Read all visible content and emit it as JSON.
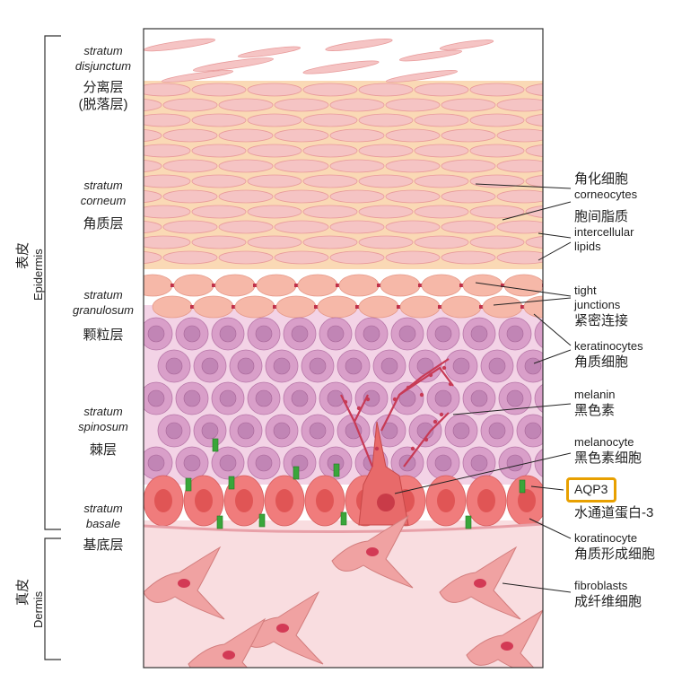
{
  "regions": {
    "epidermis": {
      "zh": "表皮",
      "en": "Epidermis"
    },
    "dermis": {
      "zh": "真皮",
      "en": "Dermis"
    }
  },
  "layers": [
    {
      "en_line1": "stratum",
      "en_line2": "disjunctum",
      "zh_line1": "分离层",
      "zh_line2": "(脱落层)"
    },
    {
      "en_line1": "stratum",
      "en_line2": "corneum",
      "zh_line1": "角质层",
      "zh_line2": ""
    },
    {
      "en_line1": "stratum",
      "en_line2": "granulosum",
      "zh_line1": "颗粒层",
      "zh_line2": ""
    },
    {
      "en_line1": "stratum",
      "en_line2": "spinosum",
      "zh_line1": "棘层",
      "zh_line2": ""
    },
    {
      "en_line1": "stratum",
      "en_line2": "basale",
      "zh_line1": "基底层",
      "zh_line2": ""
    }
  ],
  "annotations": [
    {
      "zh": "角化细胞",
      "en_line1": "corneocytes",
      "en_line2": ""
    },
    {
      "zh": "胞间脂质",
      "en_line1": "intercellular",
      "en_line2": "lipids"
    },
    {
      "zh": "紧密连接",
      "en_line1": "tight",
      "en_line2": "junctions"
    },
    {
      "zh": "角质细胞",
      "en_line1": "keratinocytes",
      "en_line2": ""
    },
    {
      "zh": "黑色素",
      "en_line1": "melanin",
      "en_line2": ""
    },
    {
      "zh": "黑色素细胞",
      "en_line1": "melanocyte",
      "en_line2": ""
    },
    {
      "zh": "水通道蛋白-3",
      "en_line1": "AQP3",
      "en_line2": ""
    },
    {
      "zh": "角质形成细胞",
      "en_line1": "koratinocyte",
      "en_line2": ""
    },
    {
      "zh": "成纤维细胞",
      "en_line1": "fibroblasts",
      "en_line2": ""
    }
  ],
  "colors": {
    "scale": "#f5c4c4",
    "scale_outline": "#e89a9a",
    "lipid": "#fad9b5",
    "granular": "#f6b8a8",
    "spinous_cell": "#d99fc9",
    "spinous_nucleus": "#c185b5",
    "basal_cell": "#f07c7c",
    "aqp3": "#3aa63a",
    "dermis": "#f9dde0",
    "fibroblast": "#f0a2a2",
    "highlight_box": "#e8a000"
  }
}
